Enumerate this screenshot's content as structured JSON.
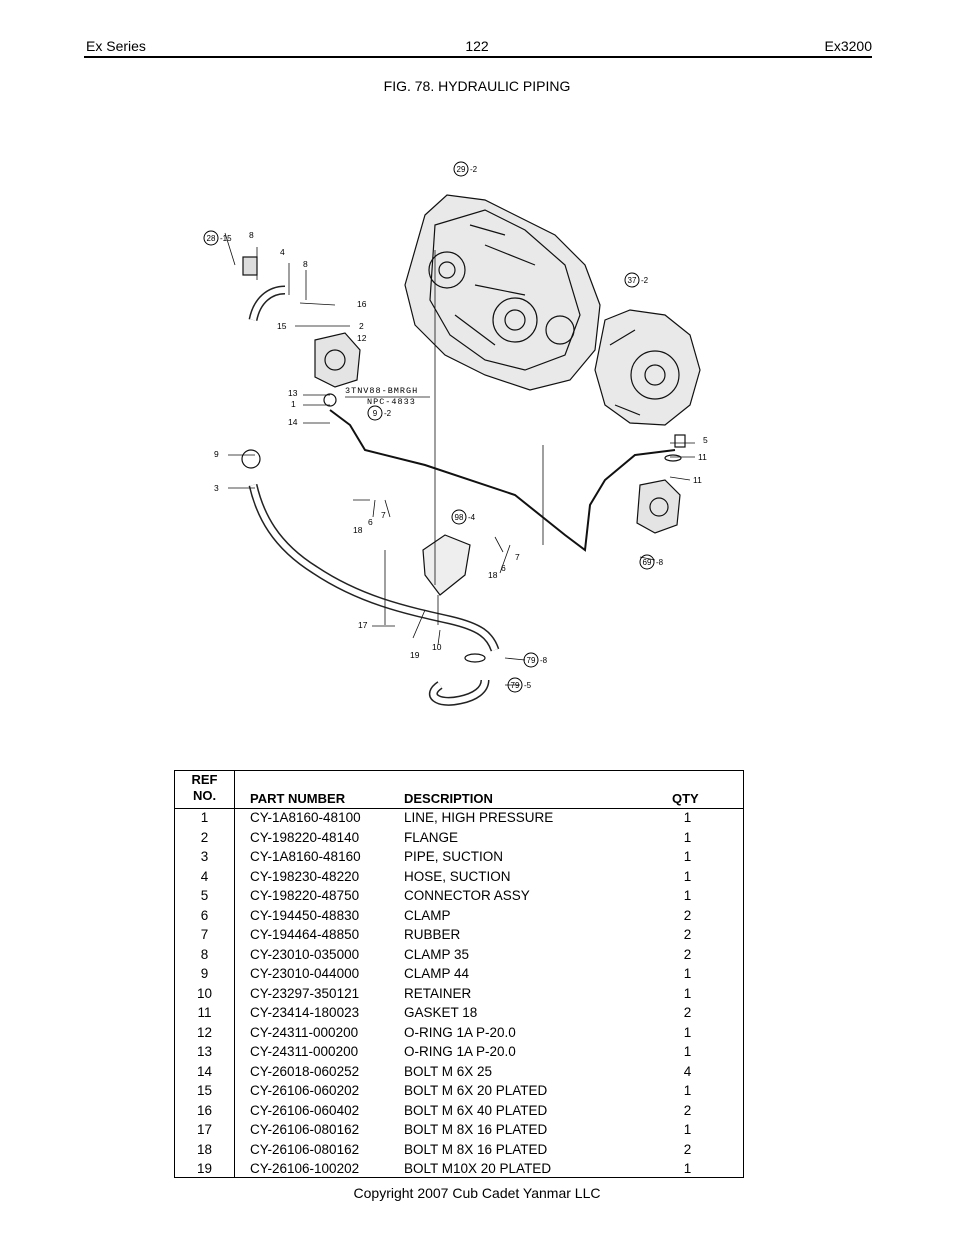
{
  "header": {
    "left": "Ex Series",
    "page_number": "122",
    "right": "Ex3200"
  },
  "figure": {
    "title": "FIG. 78. HYDRAULIC PIPING",
    "engine_label_1": "3TNV88-BMRGH",
    "engine_label_2": "NPC-4833",
    "callouts": {
      "c29": "29",
      "c29_qty": "-2",
      "c37": "37",
      "c37_qty": "-2",
      "c28": "28",
      "c28_qty": "-15",
      "c9": "9",
      "c9_qty": "-2",
      "c98": "98",
      "c98_qty": "-4",
      "c69": "69",
      "c69_qty": "-8",
      "c79a": "79",
      "c79a_qty": "-8",
      "c79b": "79",
      "c79b_qty": "-5"
    },
    "labels": {
      "l8a": "8",
      "l4": "4",
      "l8b": "8",
      "l16": "16",
      "l15": "15",
      "l2": "2",
      "l12": "12",
      "l13": "13",
      "l1": "1",
      "l14": "14",
      "l9": "9",
      "l3": "3",
      "l18a": "18",
      "l6a": "6",
      "l7a": "7",
      "l18b": "18",
      "l6b": "6",
      "l7b": "7",
      "l5": "5",
      "l11a": "11",
      "l11b": "11",
      "l17": "17",
      "l19": "19",
      "l10": "10"
    }
  },
  "table": {
    "headers": {
      "ref_line1": "REF",
      "ref_line2": "NO.",
      "part": "PART NUMBER",
      "desc": "DESCRIPTION",
      "qty": "QTY"
    },
    "rows": [
      {
        "ref": "1",
        "part": "CY-1A8160-48100",
        "desc": "LINE, HIGH PRESSURE",
        "qty": "1"
      },
      {
        "ref": "2",
        "part": "CY-198220-48140",
        "desc": "FLANGE",
        "qty": "1"
      },
      {
        "ref": "3",
        "part": "CY-1A8160-48160",
        "desc": "PIPE, SUCTION",
        "qty": "1"
      },
      {
        "ref": "4",
        "part": "CY-198230-48220",
        "desc": "HOSE, SUCTION",
        "qty": "1"
      },
      {
        "ref": "5",
        "part": "CY-198220-48750",
        "desc": "CONNECTOR ASSY",
        "qty": "1"
      },
      {
        "ref": "6",
        "part": "CY-194450-48830",
        "desc": "CLAMP",
        "qty": "2"
      },
      {
        "ref": "7",
        "part": "CY-194464-48850",
        "desc": "RUBBER",
        "qty": "2"
      },
      {
        "ref": "8",
        "part": "CY-23010-035000",
        "desc": "CLAMP 35",
        "qty": "2"
      },
      {
        "ref": "9",
        "part": "CY-23010-044000",
        "desc": "CLAMP 44",
        "qty": "1"
      },
      {
        "ref": "10",
        "part": "CY-23297-350121",
        "desc": "RETAINER",
        "qty": "1"
      },
      {
        "ref": "11",
        "part": "CY-23414-180023",
        "desc": "GASKET 18",
        "qty": "2"
      },
      {
        "ref": "12",
        "part": "CY-24311-000200",
        "desc": "O-RING 1A P-20.0",
        "qty": "1"
      },
      {
        "ref": "13",
        "part": "CY-24311-000200",
        "desc": "O-RING 1A P-20.0",
        "qty": "1"
      },
      {
        "ref": "14",
        "part": "CY-26018-060252",
        "desc": "BOLT M 6X 25",
        "qty": "4"
      },
      {
        "ref": "15",
        "part": "CY-26106-060202",
        "desc": "BOLT M 6X 20 PLATED",
        "qty": "1"
      },
      {
        "ref": "16",
        "part": "CY-26106-060402",
        "desc": "BOLT M 6X 40 PLATED",
        "qty": "2"
      },
      {
        "ref": "17",
        "part": "CY-26106-080162",
        "desc": "BOLT M 8X 16 PLATED",
        "qty": "1"
      },
      {
        "ref": "18",
        "part": "CY-26106-080162",
        "desc": "BOLT M 8X 16 PLATED",
        "qty": "2"
      },
      {
        "ref": "19",
        "part": "CY-26106-100202",
        "desc": "BOLT M10X 20 PLATED",
        "qty": "1"
      }
    ]
  },
  "footer": {
    "copyright": "Copyright 2007 Cub Cadet Yanmar LLC"
  }
}
